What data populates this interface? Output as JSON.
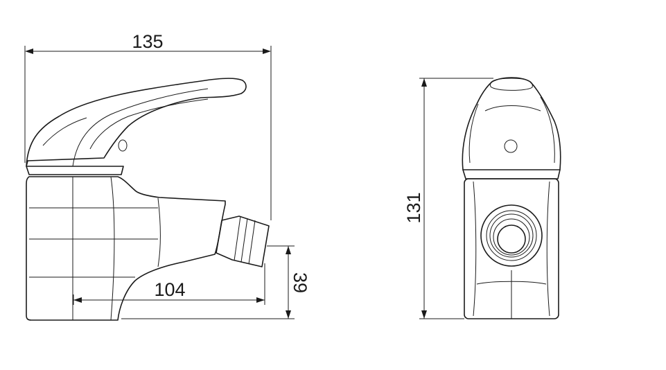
{
  "dimensions": {
    "total_length": "135",
    "spout_reach": "104",
    "outlet_height": "39",
    "total_height": "131"
  },
  "views": [
    "side-view",
    "front-view"
  ]
}
